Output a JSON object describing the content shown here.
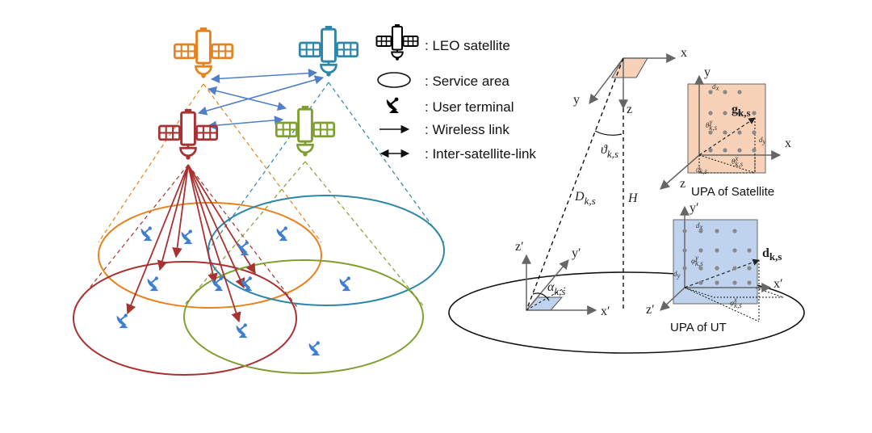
{
  "colors": {
    "sat_orange": "#E8821E",
    "sat_teal": "#2E86A8",
    "sat_red": "#A83232",
    "sat_green": "#7FA030",
    "isl_blue": "#4F7FC8",
    "ut_blue": "#3F7FD0",
    "sat_panel_fill": "#F8D2B8",
    "ut_panel_fill": "#BFD3EF"
  },
  "legend": {
    "leo_satellite": ": LEO satellite",
    "service_area": ": Service area",
    "user_terminal": ": User terminal",
    "wireless_link": ": Wireless link",
    "isl": ": Inter-satellite-link"
  },
  "icons": {
    "satellite": "satellite-icon",
    "terminal": "satellite-dish-icon"
  },
  "geometry_labels": {
    "sat_x": "x",
    "sat_y": "y",
    "sat_z": "z",
    "theta": "ϑ",
    "theta_sub": "k,s",
    "distance": "D",
    "distance_sub": "k,s",
    "height": "H",
    "ut_z": "z′",
    "ut_y": "y′",
    "ut_x": "x′",
    "alpha": "α",
    "alpha_sub": "k,s"
  },
  "upa_satellite": {
    "caption": "UPA of Satellite",
    "x": "x",
    "y": "y",
    "z": "z",
    "vector": "g",
    "vector_sub": "k,s",
    "spacing": "d",
    "spacing_sub_x": "x",
    "spacing_sub_y": "y",
    "theta_y": "θ",
    "theta_y_sup": "y",
    "theta_y_sub": "k,s",
    "theta_x": "θ",
    "theta_x_sup": "x",
    "theta_x_sub": "k,s",
    "var_theta": "ϑ",
    "var_theta_sub": "k,s"
  },
  "upa_ut": {
    "caption": "UPA of UT",
    "x": "x′",
    "y": "y′",
    "z": "z′",
    "vector": "d",
    "vector_sub": "k,s",
    "spacing": "d",
    "spacing_sub_x": "x",
    "spacing_sub_y": "y",
    "phi_y": "φ",
    "phi_y_sup": "y",
    "phi_y_sub": "k,s",
    "phi_x": "φ",
    "phi_x_sup": "x",
    "phi_x_sub": "k,s"
  }
}
